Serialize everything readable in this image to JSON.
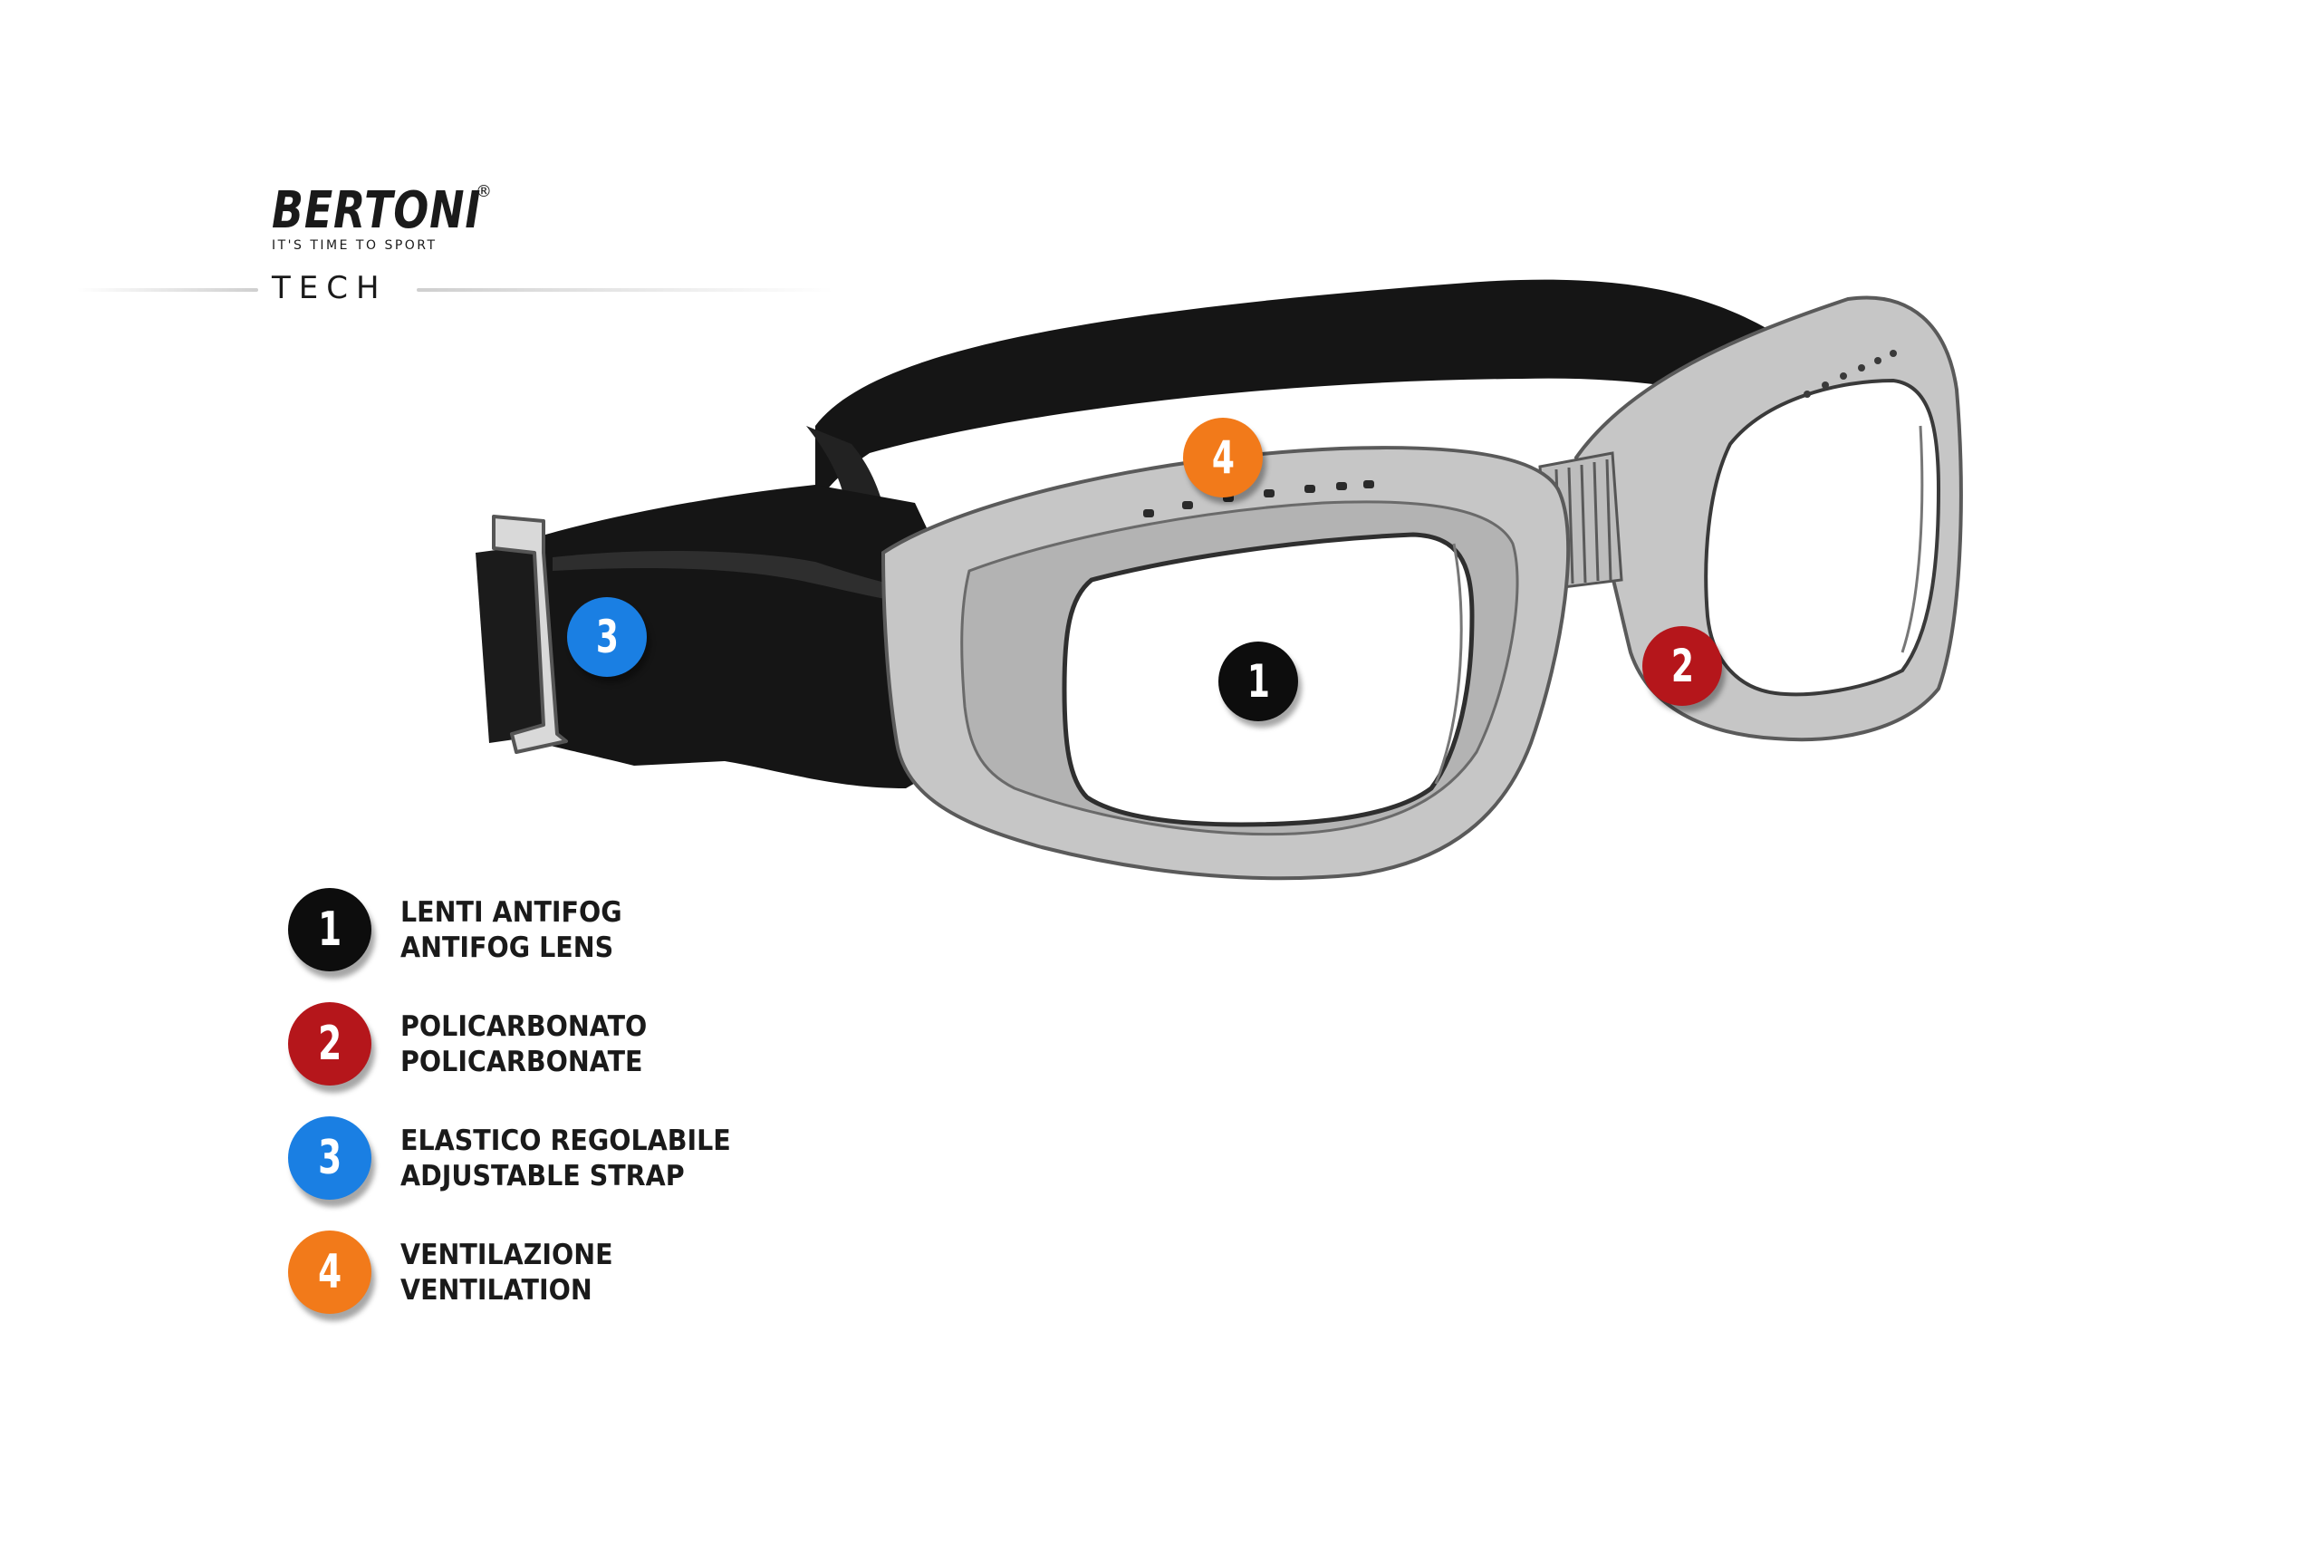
{
  "brand": {
    "name": "BERTONI",
    "registered_mark": "®",
    "tagline": "IT'S TIME TO SPORT",
    "product_line": "TECH"
  },
  "colors": {
    "black": "#0d0d0d",
    "red": "#b5161b",
    "blue": "#1a7fe3",
    "orange": "#f27a1a",
    "frame": "#c9c9c9",
    "strap": "#151515"
  },
  "callouts": [
    {
      "number": "1",
      "color": "#0d0d0d"
    },
    {
      "number": "2",
      "color": "#b5161b"
    },
    {
      "number": "3",
      "color": "#1a7fe3"
    },
    {
      "number": "4",
      "color": "#f27a1a"
    }
  ],
  "legend": [
    {
      "number": "1",
      "color": "#0d0d0d",
      "label_it": "LENTI ANTIFOG",
      "label_en": "ANTIFOG LENS"
    },
    {
      "number": "2",
      "color": "#b5161b",
      "label_it": "POLICARBONATO",
      "label_en": "POLICARBONATE"
    },
    {
      "number": "3",
      "color": "#1a7fe3",
      "label_it": "ELASTICO REGOLABILE",
      "label_en": "ADJUSTABLE STRAP"
    },
    {
      "number": "4",
      "color": "#f27a1a",
      "label_it": "VENTILAZIONE",
      "label_en": "VENTILATION"
    }
  ]
}
